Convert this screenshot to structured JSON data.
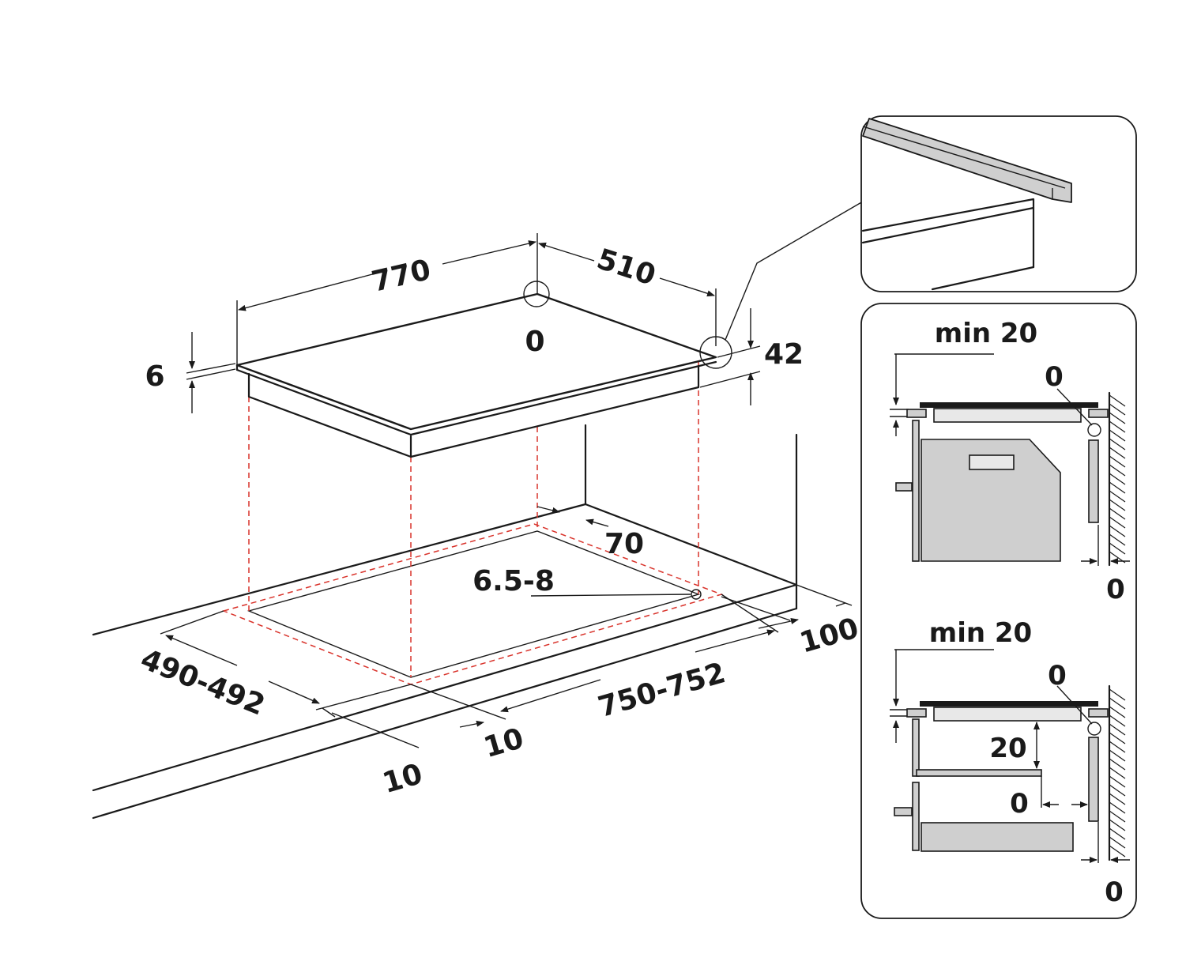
{
  "main_view": {
    "width": "770",
    "depth": "510",
    "glass_thickness": "6",
    "hob_height": "42",
    "corner_gap": "0",
    "cutout_depth": "490-492",
    "cutout_width": "750-752",
    "front_margin": "10",
    "side_margin": "10",
    "rear_margin": "70",
    "wall_distance": "100",
    "clip_hole": "6.5-8"
  },
  "detail_oven": {
    "min_label": "min 20",
    "top_gap": "0",
    "wall_gap": "0"
  },
  "detail_drawer": {
    "min_label": "min 20",
    "top_gap": "0",
    "panel_gap": "20",
    "drawer_gap": "0",
    "wall_gap": "0"
  },
  "colors": {
    "line": "#1a1a1a",
    "cut_dash": "#d9332b",
    "appliance_fill": "#cfcfcf"
  }
}
